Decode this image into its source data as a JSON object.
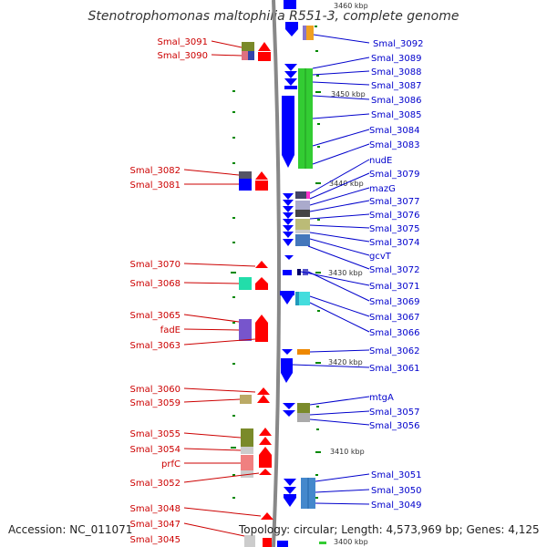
{
  "title": "Stenotrophomonas maltophilia R551-3, complete genome",
  "footer": {
    "accession": "Accession: NC_011071",
    "topology": "Topology: circular; Length: 4,573,969 bp; Genes: 4,125"
  },
  "scale_labels": [
    "3460 kbp",
    "3450 kbp",
    "3440 kbp",
    "3430 kbp",
    "3420 kbp",
    "3410 kbp",
    "3400 kbp"
  ],
  "left_labels": [
    "Smal_3091",
    "Smal_3090",
    "Smal_3082",
    "Smal_3081",
    "Smal_3070",
    "Smal_3068",
    "Smal_3065",
    "fadE",
    "Smal_3063",
    "Smal_3060",
    "Smal_3059",
    "Smal_3055",
    "Smal_3054",
    "prfC",
    "Smal_3052",
    "Smal_3048",
    "Smal_3047",
    "Smal_3045"
  ],
  "right_labels": [
    "Smal_3092",
    "Smal_3089",
    "Smal_3088",
    "Smal_3087",
    "Smal_3086",
    "Smal_3085",
    "Smal_3084",
    "Smal_3083",
    "nudE",
    "Smal_3079",
    "mazG",
    "Smal_3077",
    "Smal_3076",
    "Smal_3075",
    "Smal_3074",
    "gcvT",
    "Smal_3072",
    "Smal_3071",
    "Smal_3069",
    "Smal_3067",
    "Smal_3066",
    "Smal_3062",
    "Smal_3061",
    "mtgA",
    "Smal_3057",
    "Smal_3056",
    "Smal_3051",
    "Smal_3050",
    "Smal_3049"
  ],
  "colors": {
    "backbone": "#888888",
    "reverse_strand": "#ff0000",
    "forward_strand": "#0000ff",
    "left_label": "#cc0000",
    "right_label": "#0000cc",
    "tick": "#008800"
  }
}
